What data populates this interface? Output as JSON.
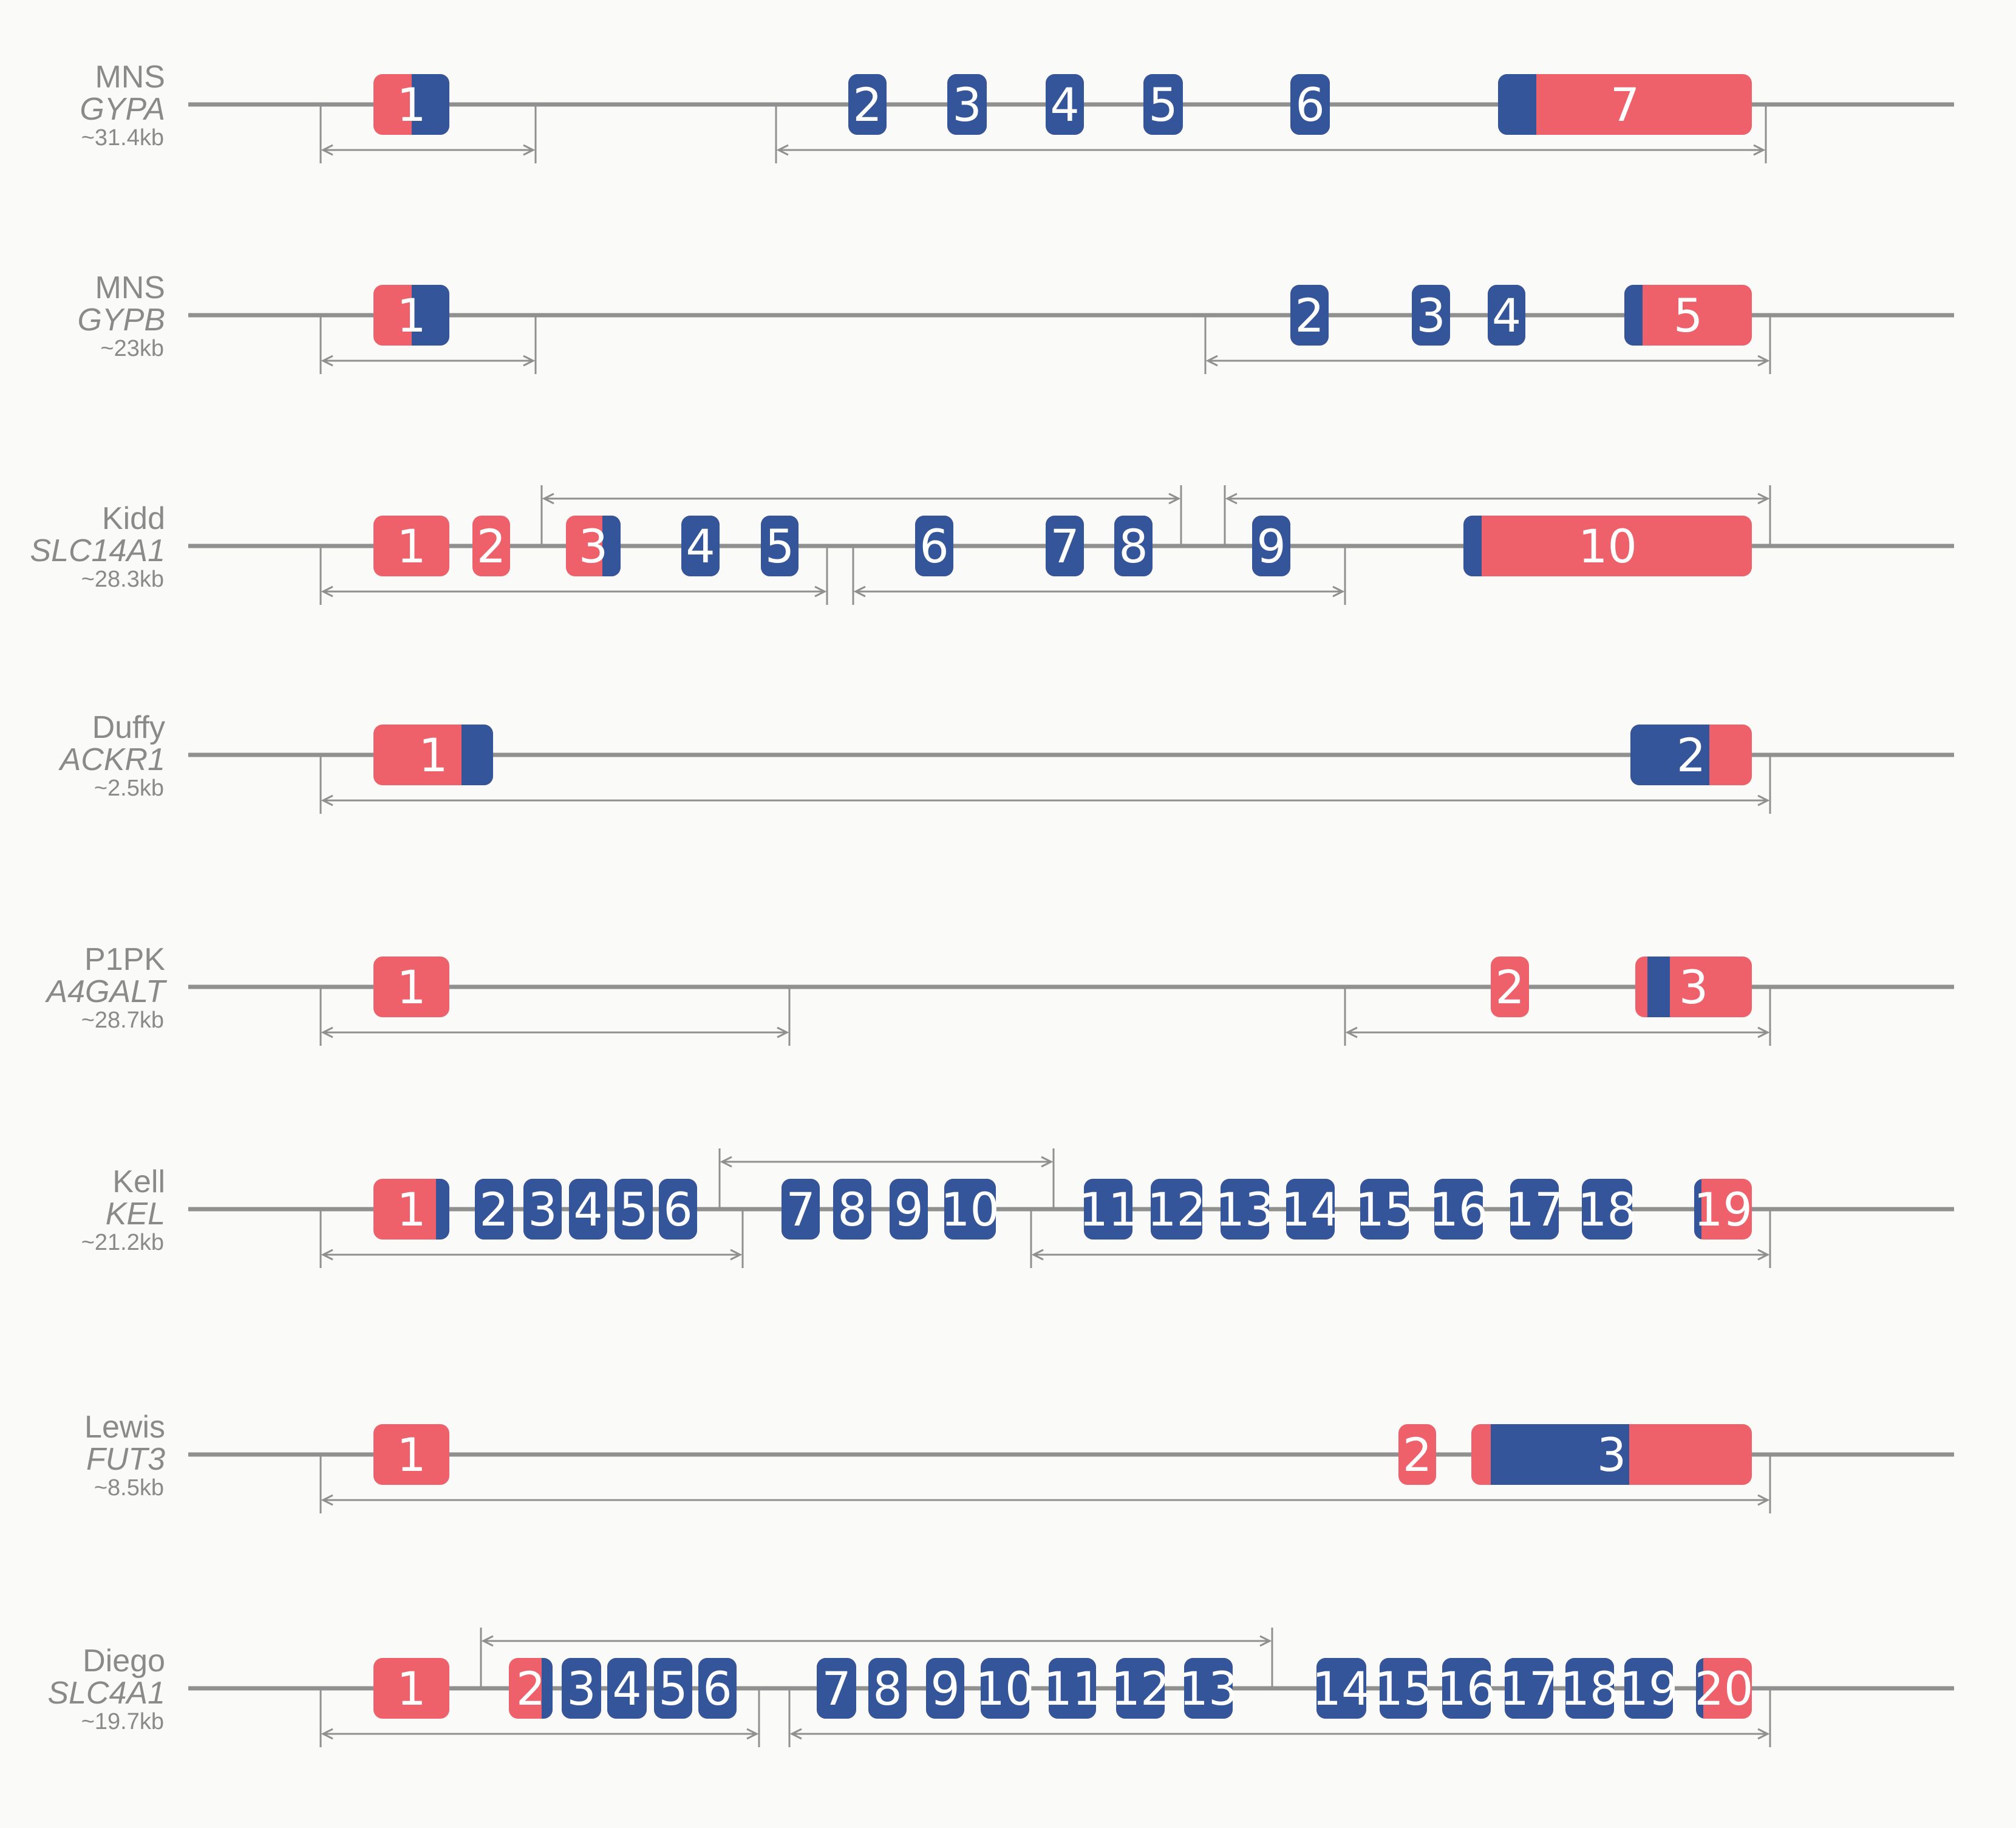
{
  "colors": {
    "background": "#fafaf8",
    "coding": "#34559a",
    "utr": "#ee616b",
    "line": "#909090",
    "label": "#8a8a8a",
    "exon_number": "#ffffff"
  },
  "genes": [
    {
      "system": "MNS",
      "gene": "GYPA",
      "size": "~31.4kb",
      "exons": [
        {
          "num": "1",
          "start": 615,
          "end": 740,
          "coding": [
            678,
            740
          ]
        },
        {
          "num": "2",
          "start": 1397,
          "end": 1460,
          "coding": [
            1397,
            1460
          ]
        },
        {
          "num": "3",
          "start": 1560,
          "end": 1625,
          "coding": [
            1560,
            1625
          ]
        },
        {
          "num": "4",
          "start": 1722,
          "end": 1785,
          "coding": [
            1722,
            1785
          ]
        },
        {
          "num": "5",
          "start": 1883,
          "end": 1948,
          "coding": [
            1883,
            1948
          ]
        },
        {
          "num": "6",
          "start": 2125,
          "end": 2190,
          "coding": [
            2125,
            2190
          ]
        },
        {
          "num": "7",
          "start": 2467,
          "end": 2885,
          "coding": [
            2467,
            2530
          ]
        }
      ],
      "spans": [
        {
          "start": 528,
          "end": 882,
          "side": "below"
        },
        {
          "start": 1278,
          "end": 2908,
          "side": "below"
        }
      ]
    },
    {
      "system": "MNS",
      "gene": "GYPB",
      "size": "~23kb",
      "exons": [
        {
          "num": "1",
          "start": 615,
          "end": 740,
          "coding": [
            678,
            740
          ]
        },
        {
          "num": "2",
          "start": 2125,
          "end": 2188,
          "coding": [
            2125,
            2188
          ]
        },
        {
          "num": "3",
          "start": 2325,
          "end": 2388,
          "coding": [
            2325,
            2388
          ]
        },
        {
          "num": "4",
          "start": 2450,
          "end": 2512,
          "coding": [
            2450,
            2512
          ]
        },
        {
          "num": "5",
          "start": 2675,
          "end": 2885,
          "coding": [
            2675,
            2705
          ]
        }
      ],
      "spans": [
        {
          "start": 528,
          "end": 882,
          "side": "below"
        },
        {
          "start": 1985,
          "end": 2915,
          "side": "below"
        }
      ]
    },
    {
      "system": "Kidd",
      "gene": "SLC14A1",
      "size": "~28.3kb",
      "exons": [
        {
          "num": "1",
          "start": 615,
          "end": 740,
          "coding": null
        },
        {
          "num": "2",
          "start": 778,
          "end": 840,
          "coding": null
        },
        {
          "num": "3",
          "start": 932,
          "end": 1022,
          "coding": [
            992,
            1022
          ]
        },
        {
          "num": "4",
          "start": 1122,
          "end": 1185,
          "coding": [
            1122,
            1185
          ]
        },
        {
          "num": "5",
          "start": 1253,
          "end": 1315,
          "coding": [
            1253,
            1315
          ]
        },
        {
          "num": "6",
          "start": 1507,
          "end": 1570,
          "coding": [
            1507,
            1570
          ]
        },
        {
          "num": "7",
          "start": 1722,
          "end": 1785,
          "coding": [
            1722,
            1785
          ]
        },
        {
          "num": "8",
          "start": 1835,
          "end": 1898,
          "coding": [
            1835,
            1898
          ]
        },
        {
          "num": "9",
          "start": 2062,
          "end": 2125,
          "coding": [
            2062,
            2125
          ]
        },
        {
          "num": "10",
          "start": 2410,
          "end": 2885,
          "coding": [
            2410,
            2440
          ]
        }
      ],
      "spans": [
        {
          "start": 528,
          "end": 1362,
          "side": "below"
        },
        {
          "start": 1405,
          "end": 2215,
          "side": "below"
        },
        {
          "start": 892,
          "end": 1945,
          "side": "above"
        },
        {
          "start": 2017,
          "end": 2915,
          "side": "above"
        }
      ]
    },
    {
      "system": "Duffy",
      "gene": "ACKR1",
      "size": "~2.5kb",
      "exons": [
        {
          "num": "1",
          "start": 615,
          "end": 812,
          "coding": [
            760,
            812
          ]
        },
        {
          "num": "2",
          "start": 2685,
          "end": 2885,
          "coding": [
            2685,
            2815
          ]
        }
      ],
      "spans": [
        {
          "start": 528,
          "end": 2915,
          "side": "below"
        }
      ]
    },
    {
      "system": "P1PK",
      "gene": "A4GALT",
      "size": "~28.7kb",
      "exons": [
        {
          "num": "1",
          "start": 615,
          "end": 740,
          "coding": null
        },
        {
          "num": "2",
          "start": 2455,
          "end": 2518,
          "coding": null
        },
        {
          "num": "3",
          "start": 2693,
          "end": 2885,
          "coding": [
            2713,
            2750
          ]
        }
      ],
      "spans": [
        {
          "start": 528,
          "end": 1300,
          "side": "below"
        },
        {
          "start": 2215,
          "end": 2915,
          "side": "below"
        }
      ]
    },
    {
      "system": "Kell",
      "gene": "KEL",
      "size": "~21.2kb",
      "exons": [
        {
          "num": "1",
          "start": 615,
          "end": 740,
          "coding": [
            718,
            740
          ]
        },
        {
          "num": "2",
          "start": 782,
          "end": 845,
          "coding": [
            782,
            845
          ]
        },
        {
          "num": "3",
          "start": 862,
          "end": 925,
          "coding": [
            862,
            925
          ]
        },
        {
          "num": "4",
          "start": 937,
          "end": 1000,
          "coding": [
            937,
            1000
          ]
        },
        {
          "num": "5",
          "start": 1012,
          "end": 1075,
          "coding": [
            1012,
            1075
          ]
        },
        {
          "num": "6",
          "start": 1085,
          "end": 1148,
          "coding": [
            1085,
            1148
          ]
        },
        {
          "num": "7",
          "start": 1287,
          "end": 1350,
          "coding": [
            1287,
            1350
          ]
        },
        {
          "num": "8",
          "start": 1372,
          "end": 1435,
          "coding": [
            1372,
            1435
          ]
        },
        {
          "num": "9",
          "start": 1465,
          "end": 1528,
          "coding": [
            1465,
            1528
          ]
        },
        {
          "num": "10",
          "start": 1555,
          "end": 1640,
          "coding": [
            1555,
            1640
          ]
        },
        {
          "num": "11",
          "start": 1785,
          "end": 1865,
          "coding": [
            1785,
            1865
          ]
        },
        {
          "num": "12",
          "start": 1895,
          "end": 1980,
          "coding": [
            1895,
            1980
          ]
        },
        {
          "num": "13",
          "start": 2010,
          "end": 2090,
          "coding": [
            2010,
            2090
          ]
        },
        {
          "num": "14",
          "start": 2118,
          "end": 2198,
          "coding": [
            2118,
            2198
          ]
        },
        {
          "num": "15",
          "start": 2240,
          "end": 2320,
          "coding": [
            2240,
            2320
          ]
        },
        {
          "num": "16",
          "start": 2362,
          "end": 2442,
          "coding": [
            2362,
            2442
          ]
        },
        {
          "num": "17",
          "start": 2487,
          "end": 2567,
          "coding": [
            2487,
            2567
          ]
        },
        {
          "num": "18",
          "start": 2605,
          "end": 2688,
          "coding": [
            2605,
            2688
          ]
        },
        {
          "num": "19",
          "start": 2790,
          "end": 2885,
          "coding": [
            2790,
            2802
          ]
        }
      ],
      "spans": [
        {
          "start": 528,
          "end": 1223,
          "side": "below"
        },
        {
          "start": 1698,
          "end": 2915,
          "side": "below"
        },
        {
          "start": 1185,
          "end": 1735,
          "side": "above"
        }
      ]
    },
    {
      "system": "Lewis",
      "gene": "FUT3",
      "size": "~8.5kb",
      "exons": [
        {
          "num": "1",
          "start": 615,
          "end": 740,
          "coding": null
        },
        {
          "num": "2",
          "start": 2303,
          "end": 2365,
          "coding": null
        },
        {
          "num": "3",
          "start": 2423,
          "end": 2885,
          "coding": [
            2455,
            2683
          ]
        }
      ],
      "spans": [
        {
          "start": 528,
          "end": 2915,
          "side": "below"
        }
      ]
    },
    {
      "system": "Diego",
      "gene": "SLC4A1",
      "size": "~19.7kb",
      "exons": [
        {
          "num": "1",
          "start": 615,
          "end": 740,
          "coding": null
        },
        {
          "num": "2",
          "start": 838,
          "end": 910,
          "coding": [
            892,
            910
          ]
        },
        {
          "num": "3",
          "start": 925,
          "end": 990,
          "coding": [
            925,
            990
          ]
        },
        {
          "num": "4",
          "start": 1000,
          "end": 1065,
          "coding": [
            1000,
            1065
          ]
        },
        {
          "num": "5",
          "start": 1077,
          "end": 1140,
          "coding": [
            1077,
            1140
          ]
        },
        {
          "num": "6",
          "start": 1150,
          "end": 1213,
          "coding": [
            1150,
            1213
          ]
        },
        {
          "num": "7",
          "start": 1345,
          "end": 1410,
          "coding": [
            1345,
            1410
          ]
        },
        {
          "num": "8",
          "start": 1430,
          "end": 1493,
          "coding": [
            1430,
            1493
          ]
        },
        {
          "num": "9",
          "start": 1525,
          "end": 1588,
          "coding": [
            1525,
            1588
          ]
        },
        {
          "num": "10",
          "start": 1615,
          "end": 1695,
          "coding": [
            1615,
            1695
          ]
        },
        {
          "num": "11",
          "start": 1727,
          "end": 1805,
          "coding": [
            1727,
            1805
          ]
        },
        {
          "num": "12",
          "start": 1838,
          "end": 1918,
          "coding": [
            1838,
            1918
          ]
        },
        {
          "num": "13",
          "start": 1950,
          "end": 2030,
          "coding": [
            1950,
            2030
          ]
        },
        {
          "num": "14",
          "start": 2168,
          "end": 2250,
          "coding": [
            2168,
            2250
          ]
        },
        {
          "num": "15",
          "start": 2272,
          "end": 2350,
          "coding": [
            2272,
            2350
          ]
        },
        {
          "num": "16",
          "start": 2375,
          "end": 2455,
          "coding": [
            2375,
            2455
          ]
        },
        {
          "num": "17",
          "start": 2478,
          "end": 2558,
          "coding": [
            2478,
            2558
          ]
        },
        {
          "num": "18",
          "start": 2578,
          "end": 2658,
          "coding": [
            2578,
            2658
          ]
        },
        {
          "num": "19",
          "start": 2675,
          "end": 2755,
          "coding": [
            2675,
            2755
          ]
        },
        {
          "num": "20",
          "start": 2793,
          "end": 2885,
          "coding": [
            2793,
            2805
          ]
        }
      ],
      "spans": [
        {
          "start": 528,
          "end": 1250,
          "side": "below"
        },
        {
          "start": 1300,
          "end": 2915,
          "side": "below"
        },
        {
          "start": 792,
          "end": 2095,
          "side": "above"
        }
      ]
    }
  ]
}
